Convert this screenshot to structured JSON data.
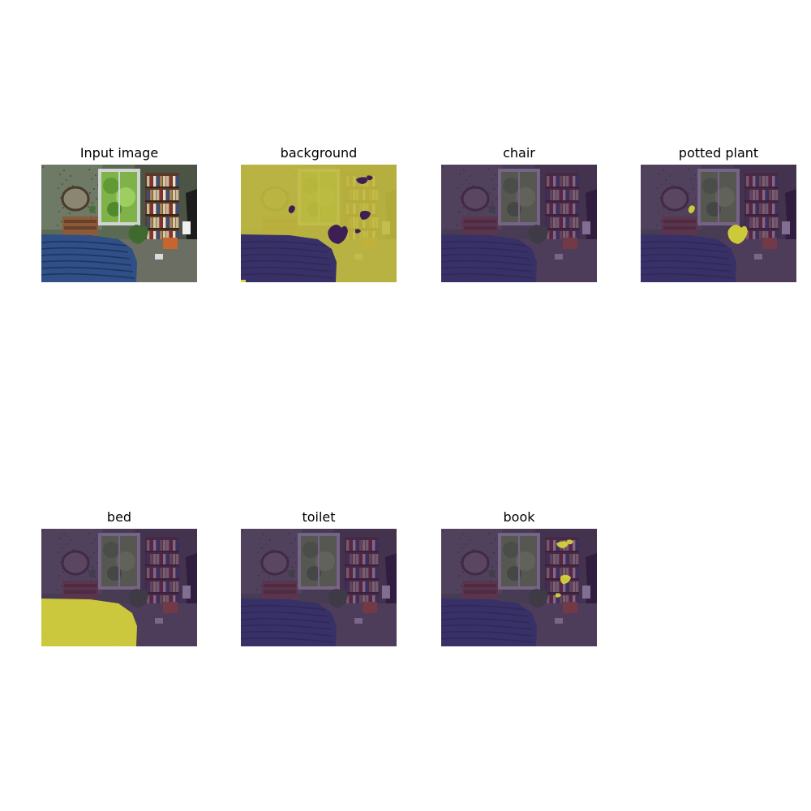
{
  "figure": {
    "panels": [
      {
        "title": "Input image",
        "mask": "none"
      },
      {
        "title": "background",
        "mask": "background"
      },
      {
        "title": "chair",
        "mask": "chair"
      },
      {
        "title": "potted plant",
        "mask": "potted-plant"
      },
      {
        "title": "bed",
        "mask": "bed"
      },
      {
        "title": "toilet",
        "mask": "toilet"
      },
      {
        "title": "book",
        "mask": "book"
      }
    ],
    "colors": {
      "mask_on": "#dbd93a",
      "mask_off": "#3d1f55"
    }
  }
}
